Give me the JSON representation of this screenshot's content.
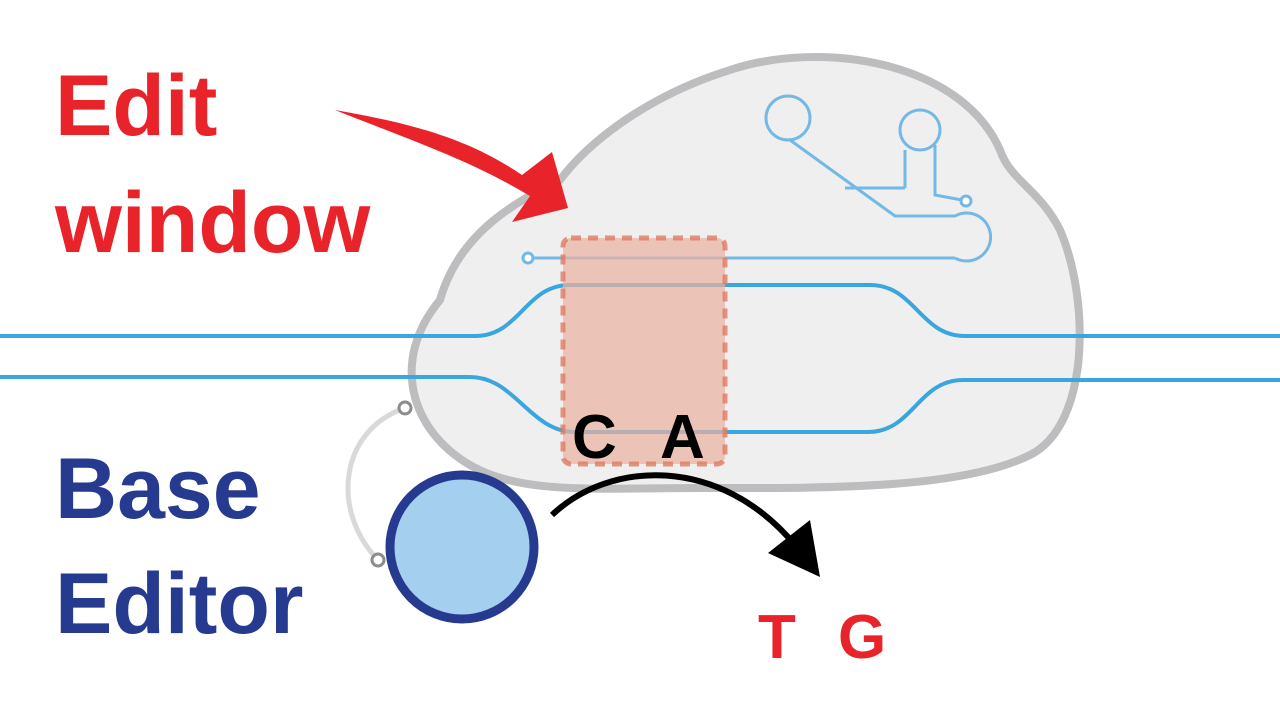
{
  "labels": {
    "edit_line1": "Edit",
    "edit_line2": "window",
    "editor_line1": "Base",
    "editor_line2": "Editor"
  },
  "bases": {
    "original_left": "C",
    "original_right": "A",
    "edited_left": "T",
    "edited_right": "G"
  },
  "colors": {
    "red": "#e8232a",
    "navy": "#263a8f",
    "dna_blue": "#3aa6df",
    "guide_blue": "#74b8e6",
    "cloud_fill": "#efefef",
    "cloud_stroke": "#bdbdbf",
    "window_fill": "#eab3a1",
    "window_stroke": "#e07a63",
    "editor_fill": "#a5cfee",
    "black": "#000000"
  },
  "icons": {
    "edit_arrow": "curved-arrow-icon",
    "conversion_arrow": "curved-arrow-icon",
    "protein": "cloud-shape",
    "base_editor": "circle-shape",
    "linker": "tether-icon"
  }
}
